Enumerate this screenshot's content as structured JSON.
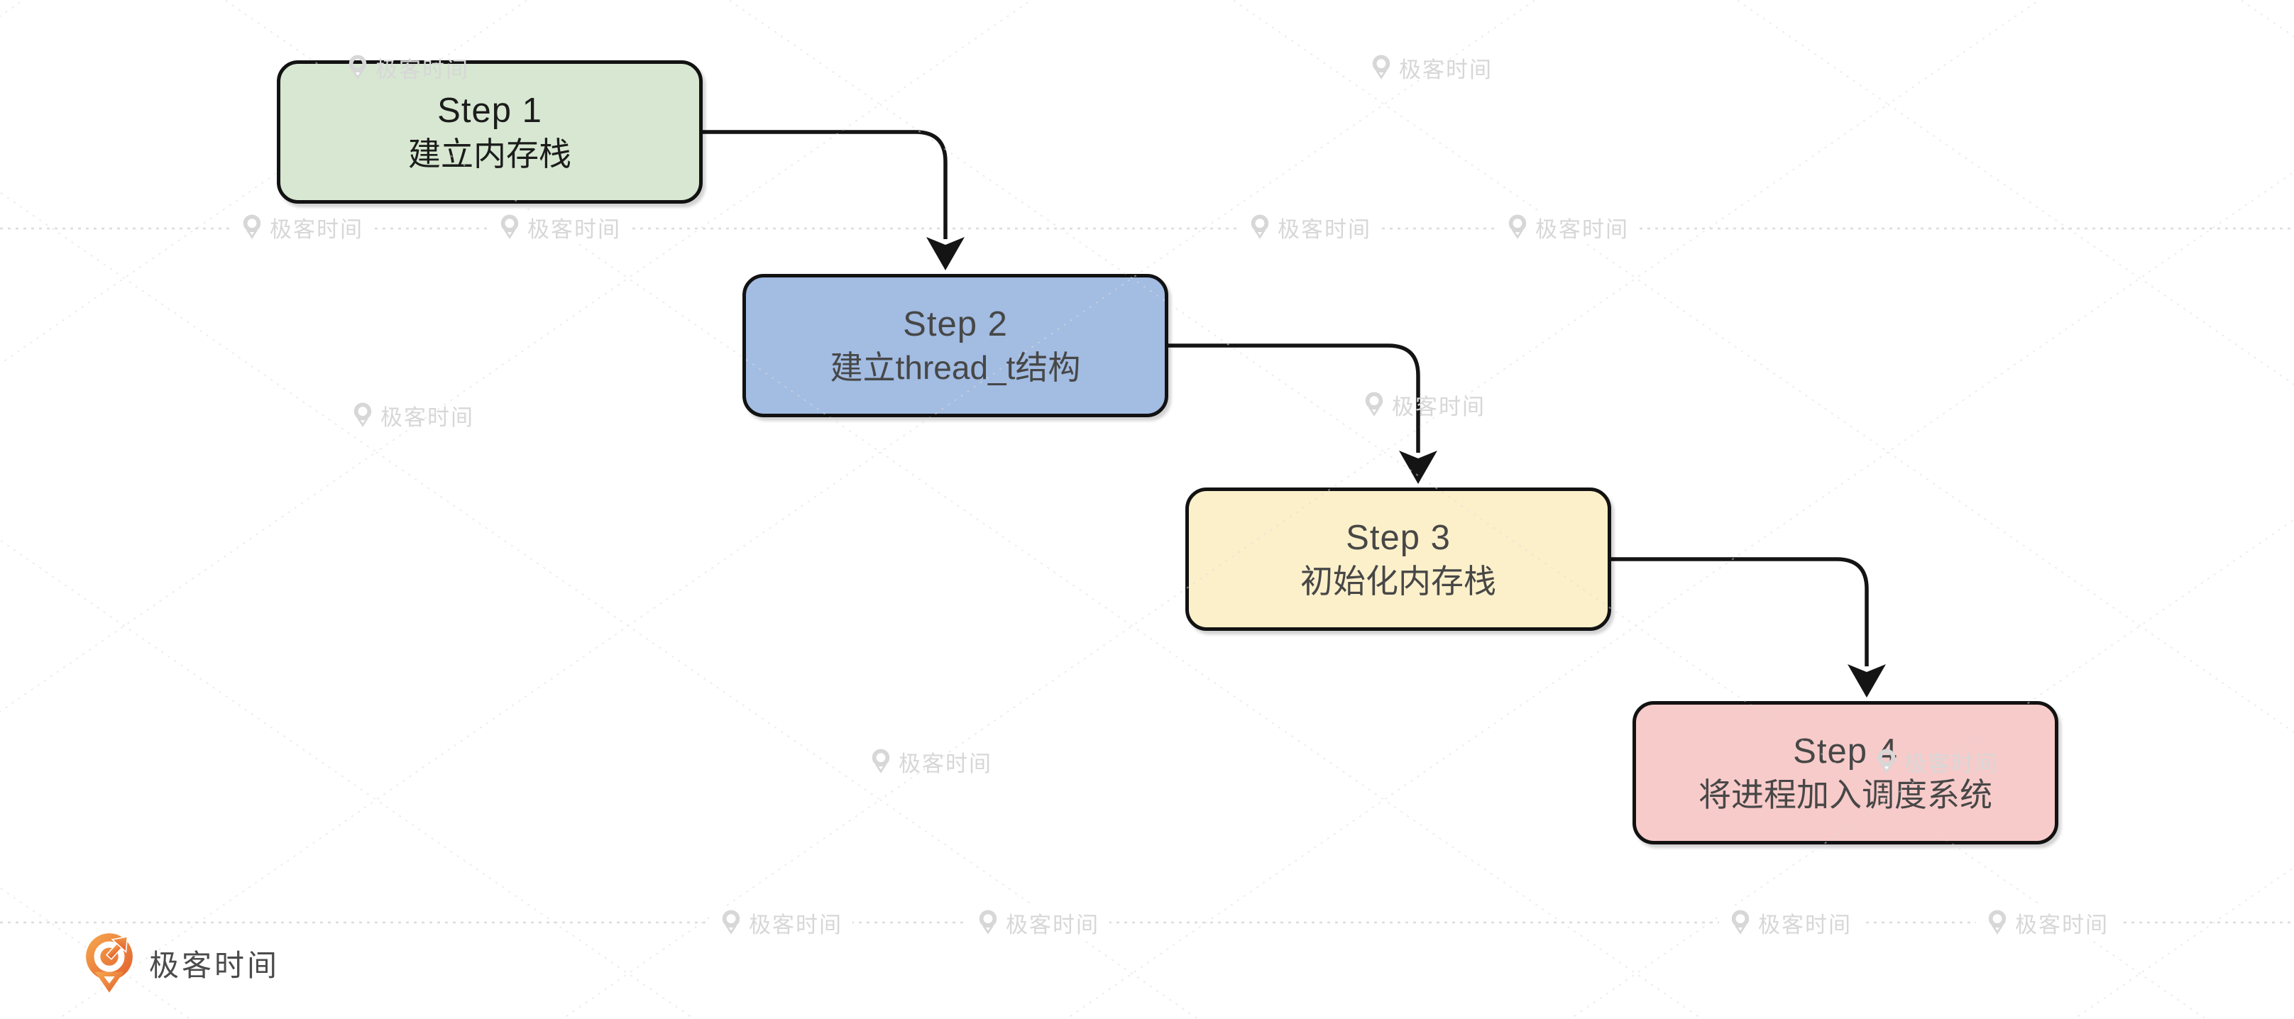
{
  "diagram": {
    "steps": [
      {
        "title": "Step 1",
        "label": "建立内存栈",
        "fill": "#d7e7d1",
        "text_color": "#1c1c1c"
      },
      {
        "title": "Step 2",
        "label": "建立thread_t结构",
        "fill": "#a2bce2",
        "text_color": "#474747"
      },
      {
        "title": "Step 3",
        "label": "初始化内存栈",
        "fill": "#fbf0ca",
        "text_color": "#474747"
      },
      {
        "title": "Step 4",
        "label": "将进程加入调度系统",
        "fill": "#f7cbca",
        "text_color": "#474747"
      }
    ],
    "border_color": "#121212",
    "connector_color": "#141414",
    "arrow_fill": "#141414"
  },
  "watermark": {
    "text": "极客时间",
    "color": "#d7d7d7",
    "dotted_line_color": "#dcdcdc",
    "lattice_color": "#e2dada"
  },
  "brand": {
    "name": "极客时间",
    "text_color": "#4b4b4b",
    "icon_color_top": "#f6a94f",
    "icon_color_bottom": "#e25f2c"
  }
}
